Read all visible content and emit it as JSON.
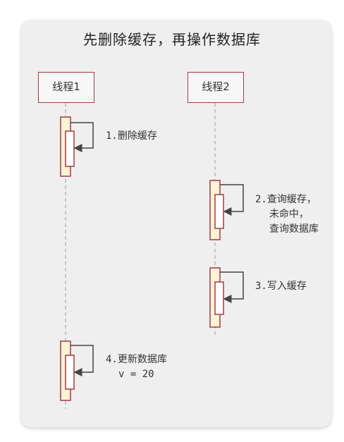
{
  "title": "先删除缓存，再操作数据库",
  "actors": [
    {
      "name": "线程1"
    },
    {
      "name": "线程2"
    }
  ],
  "steps": [
    {
      "lines": [
        "1.删除缓存"
      ]
    },
    {
      "lines": [
        "2.查询缓存，",
        "未命中，",
        "查询数据库"
      ]
    },
    {
      "lines": [
        "3.写入缓存"
      ]
    },
    {
      "lines": [
        "4.更新数据库",
        "v = 20"
      ]
    }
  ],
  "colors": {
    "actor_border": "#a23b46",
    "activation_fill": "#fdf3d6",
    "arrow": "#444444",
    "lifeline": "#aaaaaa",
    "card_bg": "#efefef"
  }
}
